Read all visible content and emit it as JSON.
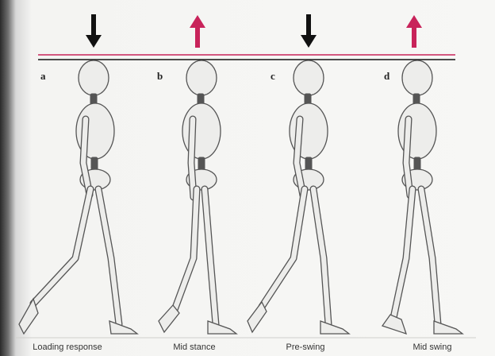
{
  "panels": [
    {
      "letter": "a",
      "label": "Loading response",
      "arrow": "down"
    },
    {
      "letter": "b",
      "label": "Mid stance",
      "arrow": "up"
    },
    {
      "letter": "c",
      "label": "Pre-swing",
      "arrow": "down"
    },
    {
      "letter": "d",
      "label": "Mid swing",
      "arrow": "up"
    }
  ],
  "colors": {
    "down_arrow": "#111111",
    "up_arrow": "#c8235a",
    "upper_line": "#c8235a",
    "lower_line": "#111111",
    "bone": "#ededeb",
    "bone_outline": "#555555"
  }
}
